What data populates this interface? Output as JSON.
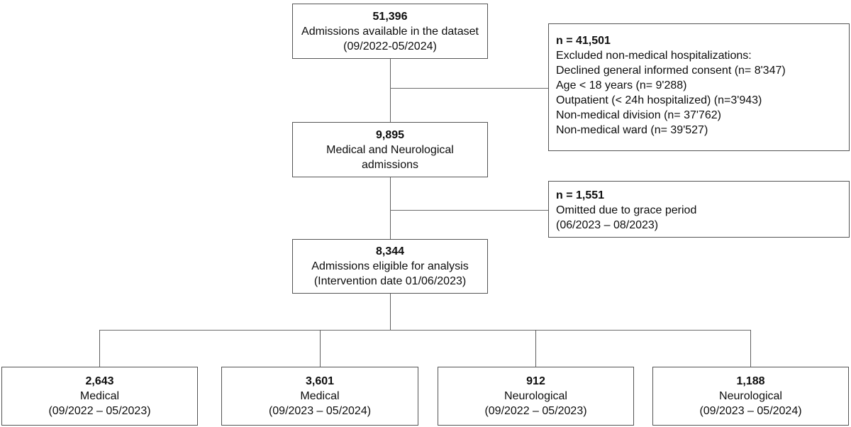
{
  "boxes": {
    "total": {
      "count": "51,396",
      "label": "Admissions available in the dataset",
      "period": "(09/2022-05/2024)"
    },
    "excluded": {
      "count": "n = 41,501",
      "details": [
        "Excluded non-medical hospitalizations:",
        "Declined general informed consent (n= 8'347)",
        "Age < 18 years (n= 9'288)",
        "Outpatient (< 24h hospitalized) (n=3'943)",
        "Non-medical division (n= 37'762)",
        "Non-medical ward (n= 39'527)"
      ]
    },
    "medical_neurological": {
      "count": "9,895",
      "label": "Medical and Neurological",
      "label2": "admissions"
    },
    "omitted": {
      "count": "n = 1,551",
      "label": "Omitted due to grace period",
      "period": "(06/2023 – 08/2023)"
    },
    "eligible": {
      "count": "8,344",
      "label": "Admissions eligible for analysis",
      "period": "(Intervention date 01/06/2023)"
    },
    "groups": [
      {
        "count": "2,643",
        "label": "Medical",
        "period": "(09/2022 – 05/2023)"
      },
      {
        "count": "3,601",
        "label": "Medical",
        "period": "(09/2023 – 05/2024)"
      },
      {
        "count": "912",
        "label": "Neurological",
        "period": "(09/2022 – 05/2023)"
      },
      {
        "count": "1,188",
        "label": "Neurological",
        "period": "(09/2023 – 05/2024)"
      }
    ]
  }
}
